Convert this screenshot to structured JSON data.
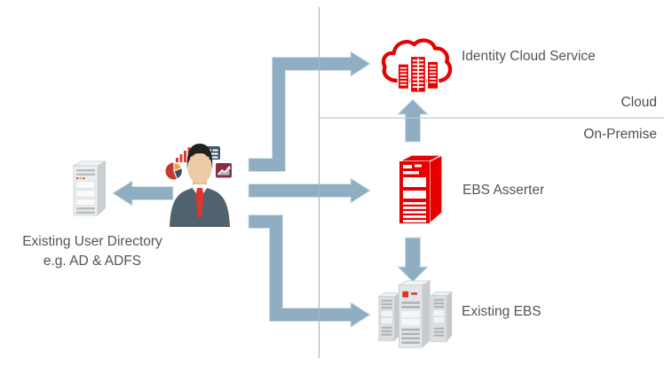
{
  "diagram": {
    "type": "architecture-flow",
    "zones": {
      "cloud_label": "Cloud",
      "on_premise_label": "On-Premise"
    },
    "nodes": {
      "identity_cloud_service": {
        "label": "Identity Cloud Service",
        "icon": "red-cloud-datacenter-icon"
      },
      "ebs_asserter": {
        "label": "EBS Asserter",
        "icon": "red-server-tower-icon"
      },
      "existing_ebs": {
        "label": "Existing EBS",
        "icon": "gray-server-cluster-icon"
      },
      "existing_user_directory": {
        "label": "Existing User Directory",
        "sublabel": "e.g. AD & ADFS",
        "icon": "gray-server-tower-icon"
      },
      "business_user": {
        "icon": "business-user-icon",
        "badge_icons": [
          "bar-chart-icon",
          "report-icon",
          "pie-chart-icon",
          "trend-chart-icon"
        ]
      }
    },
    "edges": [
      {
        "from": "business_user",
        "to": "identity_cloud_service",
        "shape": "elbow-up-right"
      },
      {
        "from": "business_user",
        "to": "ebs_asserter",
        "shape": "straight-right"
      },
      {
        "from": "business_user",
        "to": "existing_ebs",
        "shape": "elbow-down-right"
      },
      {
        "from": "business_user",
        "to": "existing_user_directory",
        "shape": "straight-left"
      },
      {
        "from": "ebs_asserter",
        "to": "identity_cloud_service",
        "shape": "straight-up"
      },
      {
        "from": "ebs_asserter",
        "to": "existing_ebs",
        "shape": "straight-down"
      }
    ],
    "colors": {
      "brand_red": "#E60000",
      "arrow_blue": "#8FAEC2",
      "arrow_outline": "#D6E2EA",
      "divider_blue": "#9FB9CB",
      "label_gray": "#545454"
    }
  }
}
